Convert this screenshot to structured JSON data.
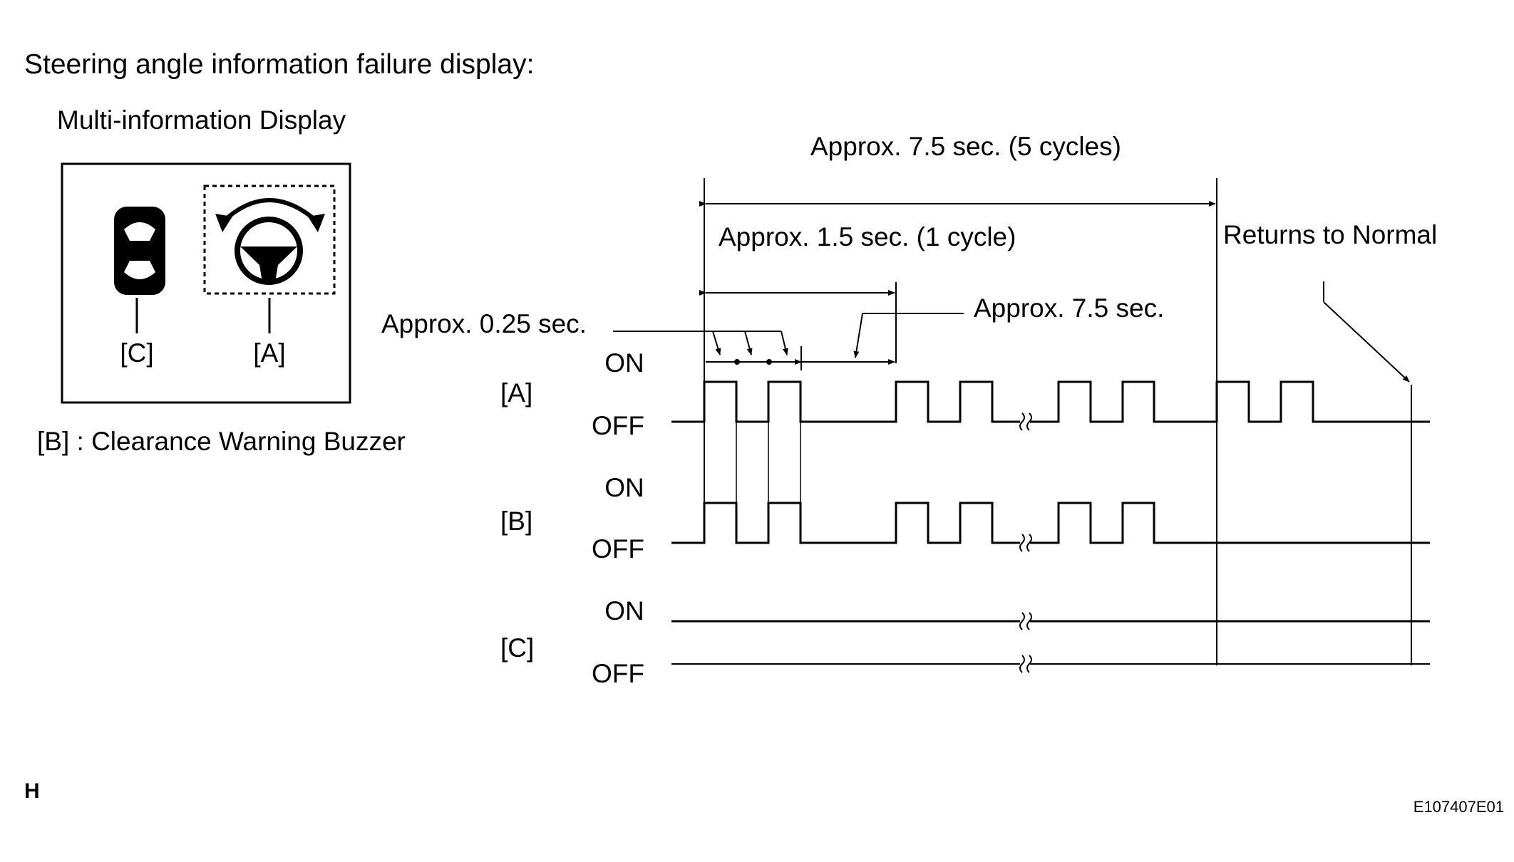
{
  "title": "Steering angle information failure display:",
  "display": {
    "heading": "Multi-information Display",
    "label_c": "[C]",
    "label_a": "[A]",
    "icon_c": "vehicle-top-view-icon",
    "icon_a": "steering-wheel-rotation-icon"
  },
  "buzzer_legend": "[B] : Clearance Warning Buzzer",
  "timing": {
    "total_label": "Approx. 7.5 sec. (5 cycles)",
    "cycle_label": "Approx. 1.5 sec. (1 cycle)",
    "pulse_label": "Approx. 0.25 sec.",
    "interval_label": "Approx. 7.5 sec.",
    "returns_label": "Returns to Normal",
    "on_label": "ON",
    "off_label": "OFF",
    "rows": [
      {
        "id": "A",
        "label": "[A]"
      },
      {
        "id": "B",
        "label": "[B]"
      },
      {
        "id": "C",
        "label": "[C]"
      }
    ]
  },
  "corner_code": "H",
  "figure_code": "E107407E01"
}
